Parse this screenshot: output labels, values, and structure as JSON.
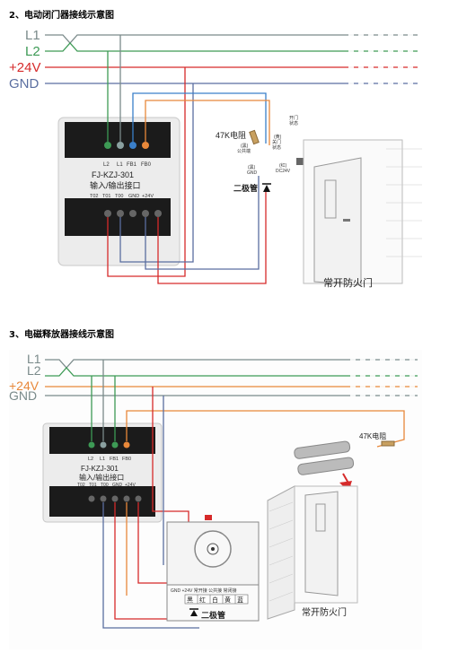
{
  "section1": {
    "heading": "2、电动闭门器接线示意图",
    "bus": {
      "l1": "L1",
      "l2": "L2",
      "v24": "+24V",
      "gnd": "GND"
    },
    "module": {
      "name": "FJ-KZJ-301",
      "subtitle": "输入/输出接口",
      "top_terminals": [
        "L2",
        "L1",
        "FB1",
        "FB0"
      ],
      "bottom_terminals": [
        "T02",
        "T01",
        "T00",
        "GND",
        "+24V"
      ]
    },
    "resistor_label": "47K电阻",
    "diode_label": "二极管",
    "notes": {
      "open_state": "开门\n状态",
      "closed_state": "(黄)\n关门\n状态",
      "common": "(黑)\n公共端",
      "gnd": "(黑)\nGND",
      "dc24": "(红)\nDC24V"
    },
    "door_caption": "常开防火门"
  },
  "section2": {
    "heading": "3、电磁释放器接线示意图",
    "bus": {
      "l1": "L1",
      "l2": "L2",
      "v24": "+24V",
      "gnd": "GND"
    },
    "module": {
      "name": "FJ-KZJ-301",
      "subtitle": "输入/输出接口",
      "top_terminals": [
        "L2",
        "L1",
        "FB1",
        "FB0"
      ],
      "bottom_terminals": [
        "T02",
        "T01",
        "T00",
        "GND",
        "+24V"
      ]
    },
    "resistor_label": "47K电阻",
    "diode_label": "二极管",
    "release_header": "GND +24V 常开接 公共接 常闭接",
    "release_colors": [
      "黑",
      "红",
      "白",
      "黄",
      "蓝"
    ],
    "door_caption": "常开防火门"
  },
  "colors": {
    "l1": "#7a8a8a",
    "l2": "#3d9a55",
    "v24": "#d62a2a",
    "gnd": "#5a6ea0",
    "orange": "#e8883a",
    "blue_wire": "#3a7fc9"
  }
}
